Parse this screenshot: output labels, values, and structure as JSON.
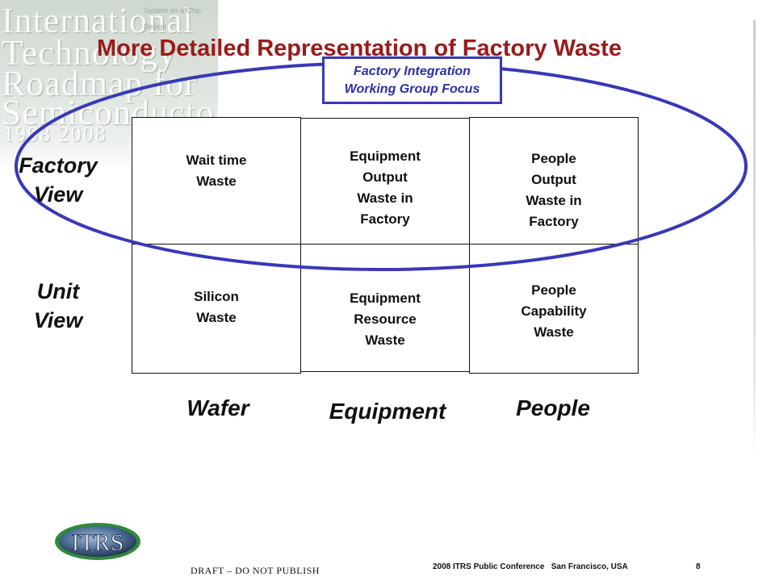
{
  "banner": {
    "lines": [
      "International",
      "Technology",
      "Roadmap for",
      "Semiconductors"
    ],
    "small_text_1": "System on a Chip",
    "small_text_2": "Design",
    "years": "1998 2008"
  },
  "title": "More Detailed Representation of Factory Waste",
  "focus_box": "Factory Integration\nWorking Group Focus",
  "rows": {
    "factory": "Factory\nView",
    "unit": "Unit\nView"
  },
  "columns": {
    "wafer": "Wafer",
    "equipment": "Equipment",
    "people": "People"
  },
  "cells": {
    "wafer_factory": "Wait time\nWaste",
    "equipment_factory": "Equipment\nOutput\nWaste in\nFactory",
    "people_factory": "People\nOutput\nWaste in\nFactory",
    "wafer_unit": "Silicon\nWaste",
    "equipment_unit": "Equipment\nResource\nWaste",
    "people_unit": "People\nCapability\nWaste"
  },
  "footer": {
    "logo_text": "ITRS",
    "draft": "DRAFT – DO NOT PUBLISH",
    "conference": "2008 ITRS Public Conference   San Francisco, USA",
    "page": "8"
  },
  "colors": {
    "title": "#9a1a1a",
    "accent_blue": "#3838b8"
  }
}
